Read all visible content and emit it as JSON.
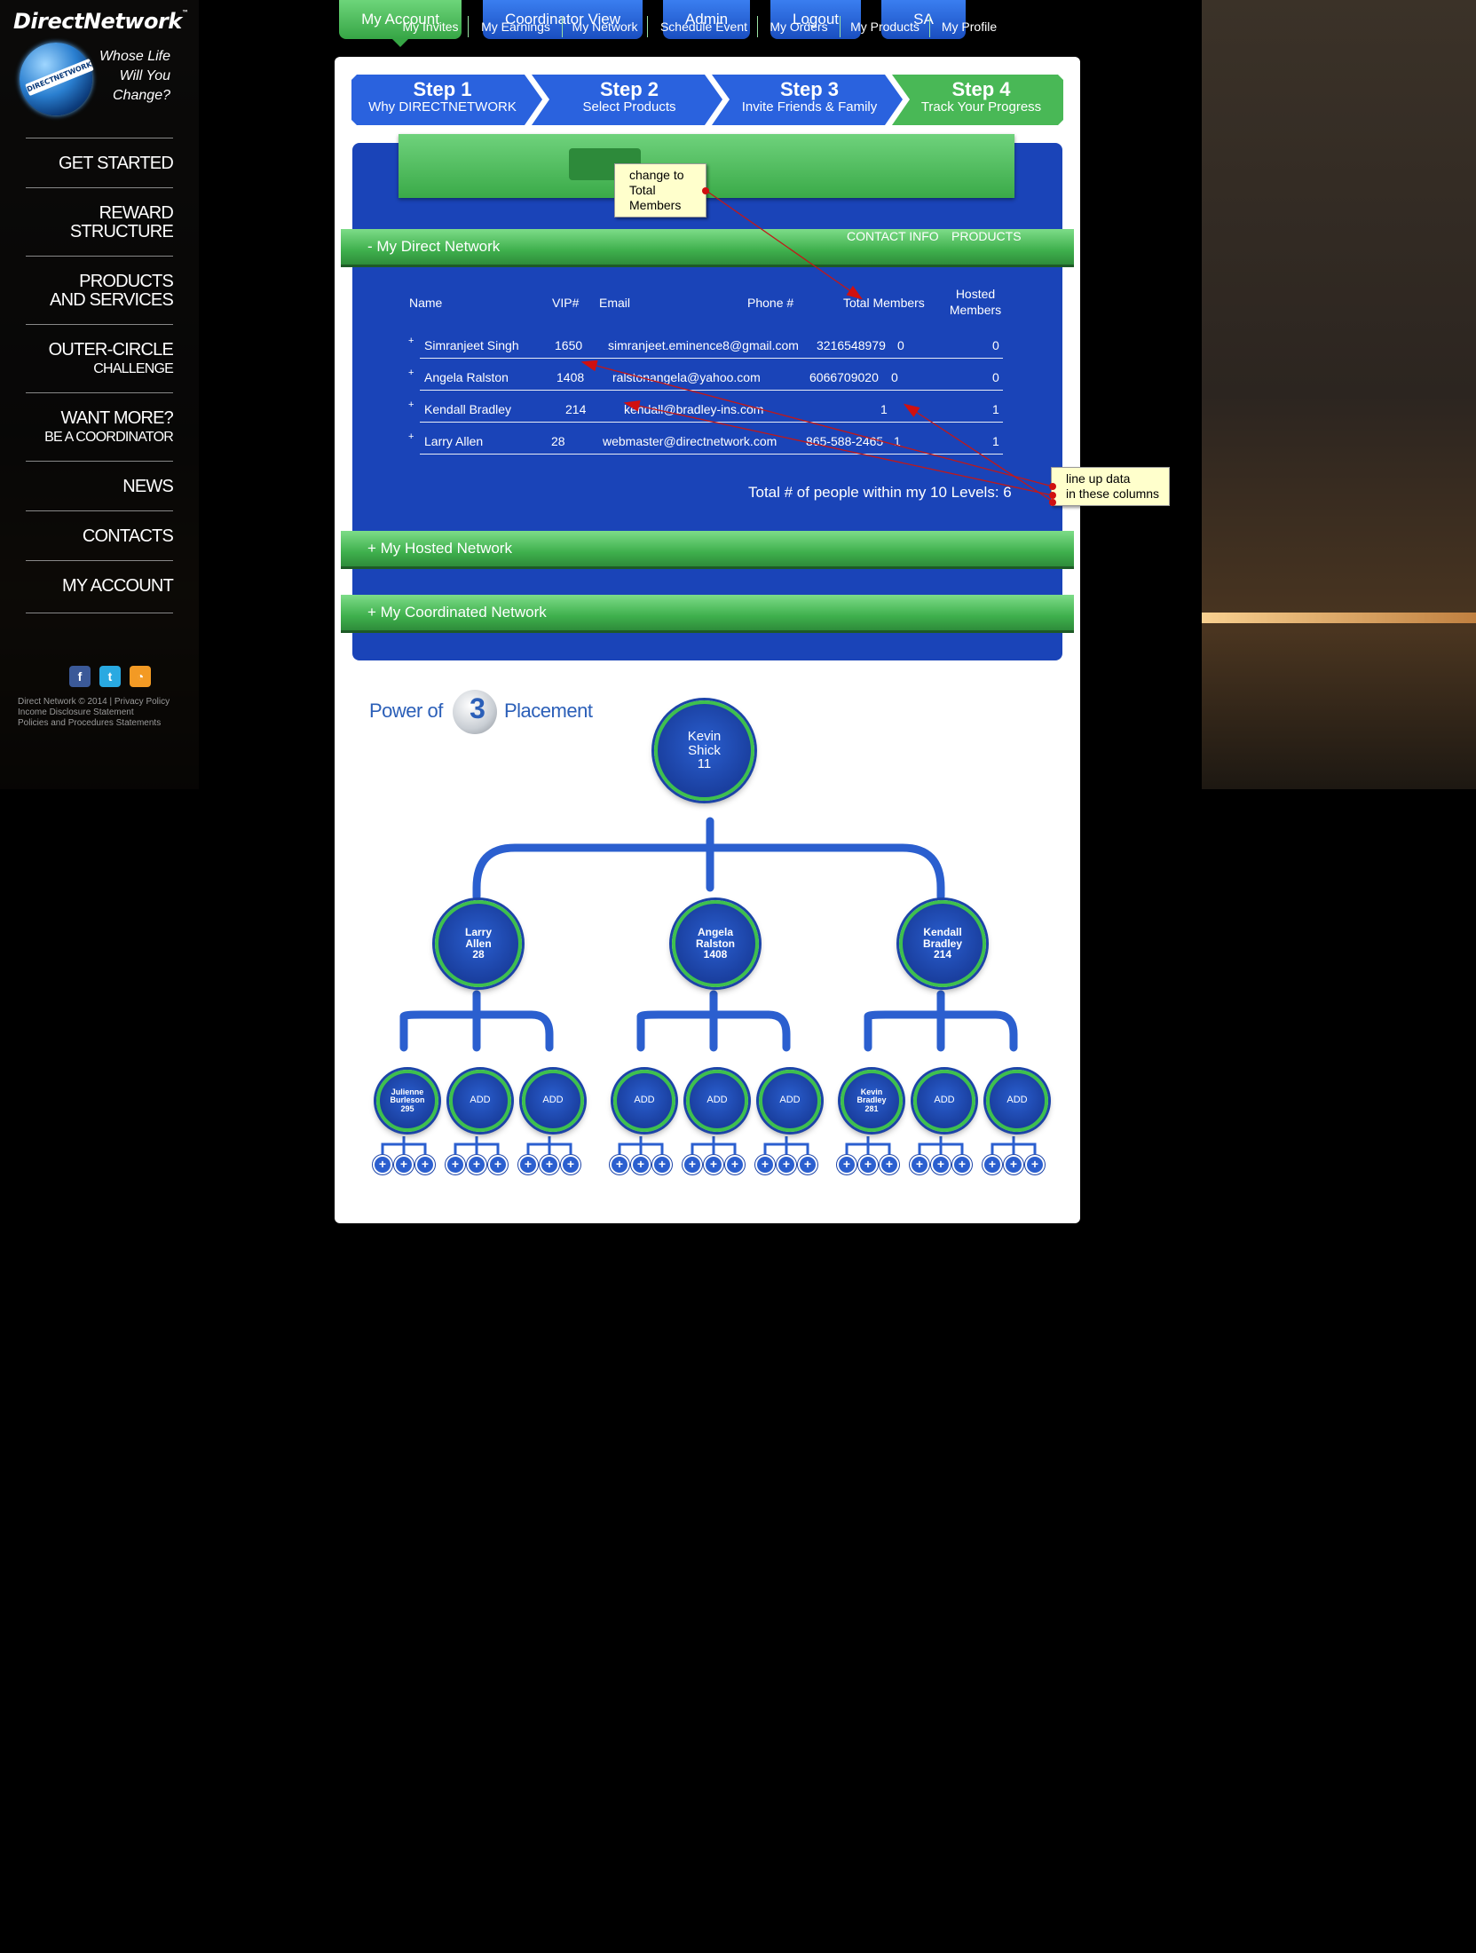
{
  "brand": {
    "logo_text": "DirectNetwork",
    "logo_tm": "™",
    "globe_band": "DIRECTNETWORK",
    "tagline": [
      "Whose Life",
      "Will You",
      "Change?"
    ]
  },
  "sidebar": {
    "items": [
      {
        "label": "GET STARTED",
        "sub": ""
      },
      {
        "label": "REWARD STRUCTURE",
        "sub": ""
      },
      {
        "label": "PRODUCTS AND SERVICES",
        "sub": ""
      },
      {
        "label": "OUTER-CIRCLE",
        "sub": "CHALLENGE"
      },
      {
        "label": "WANT MORE?",
        "sub": "BE A COORDINATOR"
      },
      {
        "label": "NEWS",
        "sub": ""
      },
      {
        "label": "CONTACTS",
        "sub": ""
      },
      {
        "label": "MY ACCOUNT",
        "sub": ""
      }
    ],
    "social": {
      "facebook": "f",
      "twitter": "t",
      "rss": "◔"
    },
    "footer": [
      "Direct Network © 2014 | Privacy Policy",
      "Income Disclosure Statement",
      "Policies and Procedures Statements"
    ]
  },
  "topnav": [
    "My Account",
    "Coordinator View",
    "Admin",
    "Logout",
    "SA"
  ],
  "steps": [
    {
      "title": "Step 1",
      "sub": "Why DIRECTNETWORK",
      "color": "#2a62de"
    },
    {
      "title": "Step 2",
      "sub": "Select Products",
      "color": "#2a62de"
    },
    {
      "title": "Step 3",
      "sub": "Invite Friends & Family",
      "color": "#2a62de"
    },
    {
      "title": "Step 4",
      "sub": "Track Your Progress",
      "color": "#49b856"
    }
  ],
  "subnav": [
    "My Invites",
    "My Earnings",
    "My Network",
    "Schedule Event",
    "My Orders",
    "My Products",
    "My Profile"
  ],
  "direct_network": {
    "title": "- My Direct Network",
    "actions": [
      "CONTACT INFO",
      "PRODUCTS"
    ],
    "headers": {
      "name": "Name",
      "vip": "VIP#",
      "email": "Email",
      "phone": "Phone #",
      "total": "Total Members",
      "hosted": [
        "Hosted",
        "Members"
      ]
    },
    "rows": [
      {
        "expand": "+",
        "name": "Simranjeet Singh",
        "vip": "1650",
        "email": "simranjeet.eminence8@gmail.com",
        "phone": "3216548979",
        "total": "0",
        "hosted": "0"
      },
      {
        "expand": "+",
        "name": "Angela Ralston",
        "vip": "1408",
        "email": "ralstonangela@yahoo.com",
        "phone": "6066709020",
        "total": "0",
        "hosted": "0"
      },
      {
        "expand": "+",
        "name": "Kendall Bradley",
        "vip": "214",
        "email": "kendall@bradley-ins.com",
        "phone": "",
        "total": "1",
        "hosted": "1"
      },
      {
        "expand": "+",
        "name": "Larry Allen",
        "vip": "28",
        "email": "webmaster@directnetwork.com",
        "phone": "865-588-2465",
        "total": "1",
        "hosted": "1"
      }
    ],
    "total_text": "Total # of people within my 10 Levels: 6"
  },
  "hosted_network": {
    "title": "+ My Hosted Network"
  },
  "coordinated_network": {
    "title": "+ My Coordinated Network"
  },
  "notes": {
    "top": [
      "change to",
      "Total",
      "Members"
    ],
    "right": [
      "line up data",
      "in these columns"
    ]
  },
  "power_of": {
    "prefix": "Power of",
    "number": "3",
    "suffix": "Placement"
  },
  "tree": {
    "root": [
      "Kevin",
      "Shick",
      "11"
    ],
    "level1": [
      [
        "Larry",
        "Allen",
        "28"
      ],
      [
        "Angela",
        "Ralston",
        "1408"
      ],
      [
        "Kendall",
        "Bradley",
        "214"
      ]
    ],
    "level2": [
      [
        "Julienne",
        "Burleson",
        "295"
      ],
      [
        "ADD"
      ],
      [
        "ADD"
      ],
      [
        "ADD"
      ],
      [
        "ADD"
      ],
      [
        "ADD"
      ],
      [
        "Kevin",
        "Bradley",
        "281"
      ],
      [
        "ADD"
      ],
      [
        "ADD"
      ]
    ],
    "leaf_symbol": "+"
  }
}
